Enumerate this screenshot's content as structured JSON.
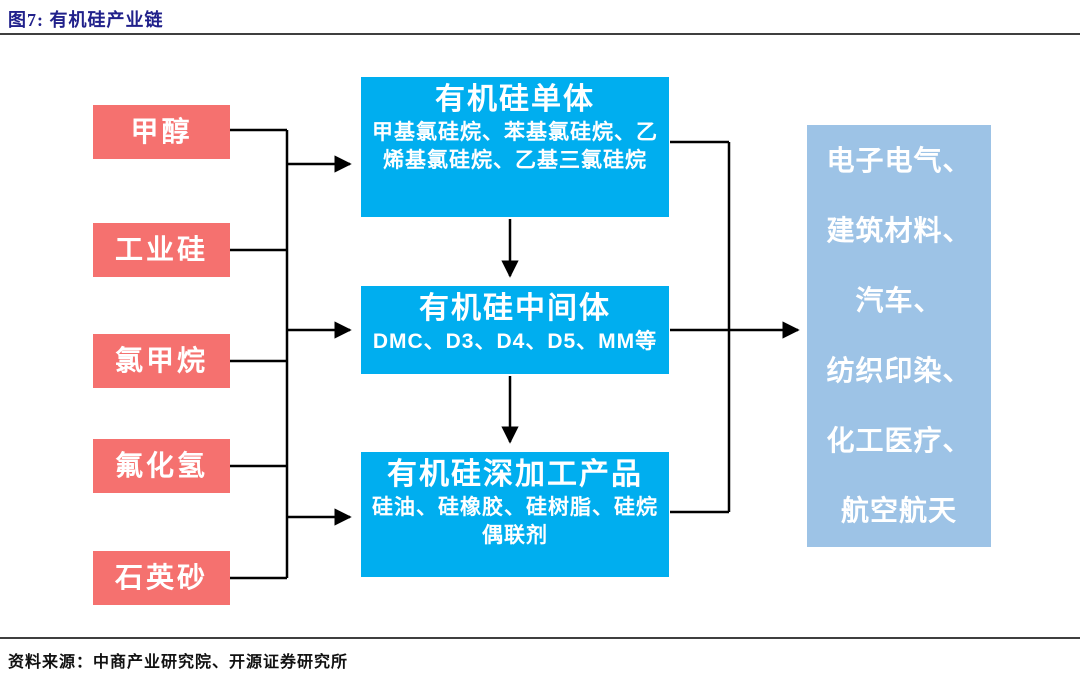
{
  "figure": {
    "title": "图7: 有机硅产业链",
    "source": "资料来源：中商产业研究院、开源证券研究所"
  },
  "colors": {
    "accent_pink": "#F5716F",
    "accent_cyan": "#00AEEF",
    "accent_lightblue": "#9DC3E6",
    "title_navy": "#21218B",
    "rule_gray": "#3f3f3f",
    "connector_black": "#000000"
  },
  "diagram": {
    "raw_materials": [
      {
        "label": "甲醇"
      },
      {
        "label": "工业硅"
      },
      {
        "label": "氯甲烷"
      },
      {
        "label": "氟化氢"
      },
      {
        "label": "石英砂"
      }
    ],
    "stages": [
      {
        "title": "有机硅单体",
        "detail": "甲基氯硅烷、苯基氯硅烷、乙烯基氯硅烷、乙基三氯硅烷"
      },
      {
        "title": "有机硅中间体",
        "detail": "DMC、D3、D4、D5、MM等"
      },
      {
        "title": "有机硅深加工产品",
        "detail": "硅油、硅橡胶、硅树脂、硅烷偶联剂"
      }
    ],
    "applications": {
      "lines": [
        "电子电气、",
        "建筑材料、",
        "汽车、",
        "纺织印染、",
        "化工医疗、",
        "航空航天"
      ]
    }
  }
}
